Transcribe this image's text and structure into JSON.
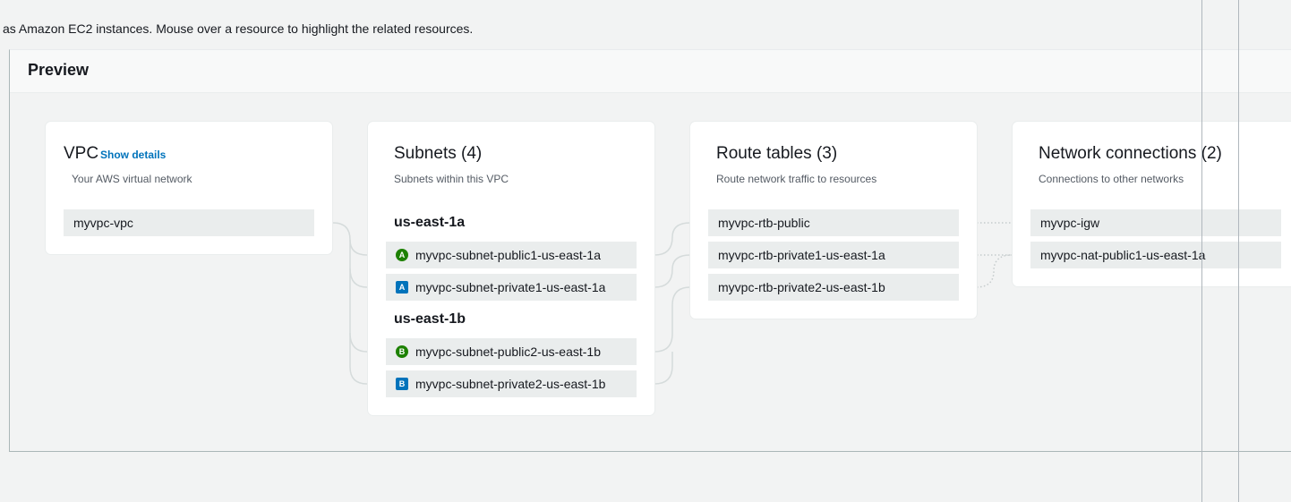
{
  "intro_text": "as Amazon EC2 instances. Mouse over a resource to highlight the related resources.",
  "preview": {
    "title": "Preview",
    "vpc": {
      "title": "VPC",
      "show_details": "Show details",
      "subtitle": "Your AWS virtual network",
      "items": [
        "myvpc-vpc"
      ]
    },
    "subnets": {
      "title": "Subnets (4)",
      "subtitle": "Subnets within this VPC",
      "az1": "us-east-1a",
      "az2": "us-east-1b",
      "items": [
        {
          "badge": "A",
          "name": "myvpc-subnet-public1-us-east-1a"
        },
        {
          "badge": "A",
          "name": "myvpc-subnet-private1-us-east-1a"
        },
        {
          "badge": "B",
          "name": "myvpc-subnet-public2-us-east-1b"
        },
        {
          "badge": "B",
          "name": "myvpc-subnet-private2-us-east-1b"
        }
      ]
    },
    "route_tables": {
      "title": "Route tables (3)",
      "subtitle": "Route network traffic to resources",
      "items": [
        "myvpc-rtb-public",
        "myvpc-rtb-private1-us-east-1a",
        "myvpc-rtb-private2-us-east-1b"
      ]
    },
    "network_connections": {
      "title": "Network connections (2)",
      "subtitle": "Connections to other networks",
      "items": [
        "myvpc-igw",
        "myvpc-nat-public1-us-east-1a"
      ]
    }
  },
  "colors": {
    "public_badge": "#1d8102",
    "private_badge": "#0073bb",
    "link": "#0073bb"
  }
}
